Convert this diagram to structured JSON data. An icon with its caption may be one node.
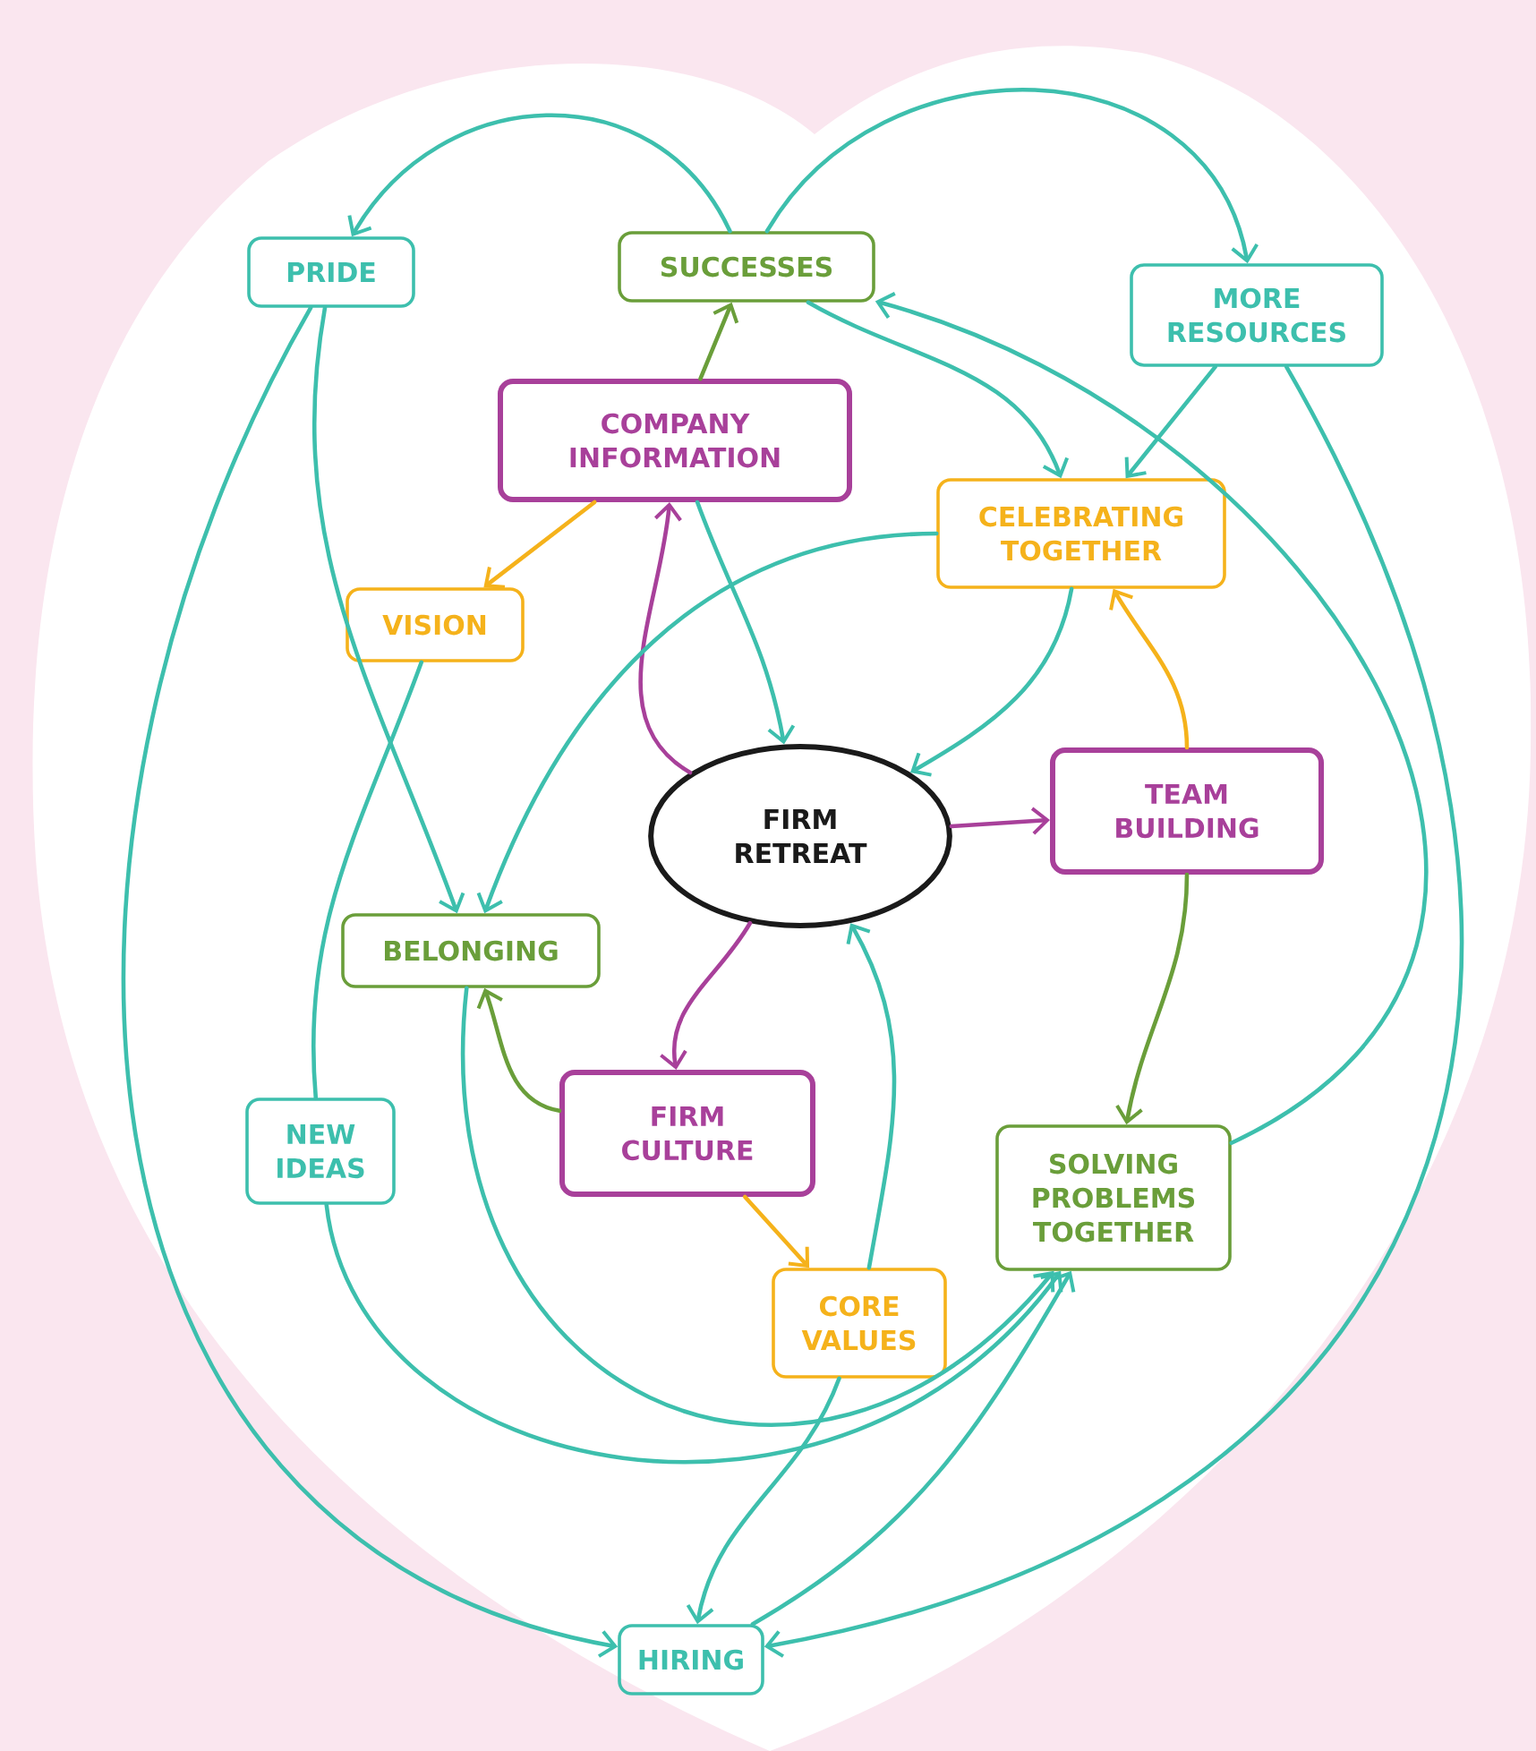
{
  "diagram": {
    "nodes": [
      {
        "text": [
          "PRIDE"
        ]
      },
      {
        "text": [
          "SUCCESSES"
        ]
      },
      {
        "text": [
          "MORE RESOURCES"
        ]
      },
      {
        "text": [
          "COMPANY INFORMATION"
        ]
      },
      {
        "text": [
          "CELEBRATING TOGETHER"
        ]
      },
      {
        "text": [
          "VISION"
        ]
      },
      {
        "text": [
          "FIRM RETREAT"
        ]
      },
      {
        "text": [
          "TEAM BUILDING"
        ]
      },
      {
        "text": [
          "BELONGING"
        ]
      },
      {
        "text": [
          "NEW IDEAS"
        ]
      },
      {
        "text": [
          "FIRM CULTURE"
        ]
      },
      {
        "text": [
          "CORE VALUES"
        ]
      },
      {
        "text": [
          "SOLVING PROBLEMS TOGETHER"
        ]
      },
      {
        "text": [
          "HIRING"
        ]
      }
    ],
    "edges": [
      {
        "from": 1,
        "to": 0,
        "arrow": "to"
      },
      {
        "from": 1,
        "to": 2,
        "arrow": "to"
      },
      {
        "from": 3,
        "to": 1,
        "arrow": "to",
        "color": "#6a9e3a"
      },
      {
        "from": 3,
        "to": 5,
        "arrow": "to",
        "color": "#f5b21b"
      },
      {
        "from": 6,
        "to": 3,
        "arrow": "to",
        "color": "#a8409a"
      },
      {
        "from": 1,
        "to": 4,
        "arrow": "to"
      },
      {
        "from": 2,
        "to": 4,
        "arrow": "to"
      },
      {
        "from": 3,
        "to": 6,
        "arrow": "to"
      },
      {
        "from": 4,
        "to": 6,
        "arrow": "to"
      },
      {
        "from": 4,
        "to": 8,
        "arrow": "to"
      },
      {
        "from": 0,
        "to": 8,
        "arrow": "to"
      },
      {
        "from": 7,
        "to": 4,
        "arrow": "to",
        "color": "#f5b21b"
      },
      {
        "from": 6,
        "to": 7,
        "arrow": "to",
        "color": "#a8409a"
      },
      {
        "from": 6,
        "to": 10,
        "arrow": "to",
        "color": "#a8409a"
      },
      {
        "from": 7,
        "to": 12,
        "arrow": "to",
        "color": "#6a9e3a"
      },
      {
        "from": 10,
        "to": 8,
        "arrow": "to",
        "color": "#6a9e3a"
      },
      {
        "from": 10,
        "to": 11,
        "arrow": "to",
        "color": "#f5b21b"
      },
      {
        "from": 11,
        "to": 6,
        "arrow": "to"
      },
      {
        "from": 11,
        "to": 13,
        "arrow": "to"
      },
      {
        "from": 0,
        "to": 13,
        "arrow": "to"
      },
      {
        "from": 5,
        "to": 9,
        "arrow": "none"
      },
      {
        "from": 9,
        "to": 12,
        "arrow": "to"
      },
      {
        "from": 8,
        "to": 12,
        "arrow": "to"
      },
      {
        "from": 13,
        "to": 12,
        "arrow": "to"
      },
      {
        "from": 12,
        "to": 1,
        "arrow": "to"
      },
      {
        "from": 2,
        "to": 13,
        "arrow": "to"
      }
    ]
  }
}
